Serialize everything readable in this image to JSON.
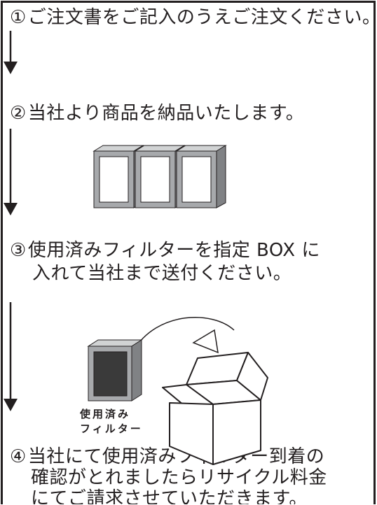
{
  "steps": [
    {
      "number": "①",
      "lines": [
        "ご注文書をご記入のうえご注文ください。"
      ]
    },
    {
      "number": "②",
      "lines": [
        "当社より商品を納品いたします。"
      ]
    },
    {
      "number": "③",
      "lines": [
        "使用済みフィルターを指定 BOX に",
        "入れて当社まで送付ください。"
      ]
    },
    {
      "number": "④",
      "lines": [
        "当社にて使用済みフィルター到着の",
        "確認がとれましたらリサイクル料金",
        "にてご請求させていただきます。"
      ]
    }
  ],
  "illustration_caption": [
    "使用済み",
    "フィルター"
  ],
  "colors": {
    "ink": "#231f20",
    "filter_frame": "#a7a9ac",
    "used_filter_face": "#3a3a3a"
  }
}
